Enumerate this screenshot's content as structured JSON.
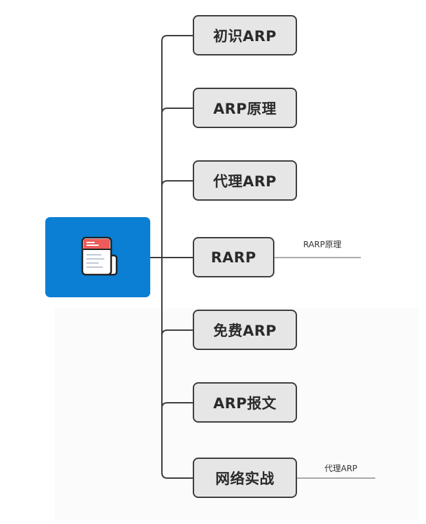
{
  "diagram": {
    "type": "mind-map",
    "root": {
      "icon": "notebook-icon"
    },
    "topics": [
      {
        "label": "初识ARP"
      },
      {
        "label": "ARP原理"
      },
      {
        "label": "代理ARP"
      },
      {
        "label": "RARP",
        "subtopic": "RARP原理"
      },
      {
        "label": "免费ARP"
      },
      {
        "label": "ARP报文"
      },
      {
        "label": "网络实战",
        "subtopic": "代理ARP"
      }
    ],
    "colors": {
      "root_fill": "#0a7fd3",
      "topic_fill": "#e6e6e6",
      "topic_border": "#3c3c3c",
      "connector": "#3c3c3c"
    }
  }
}
